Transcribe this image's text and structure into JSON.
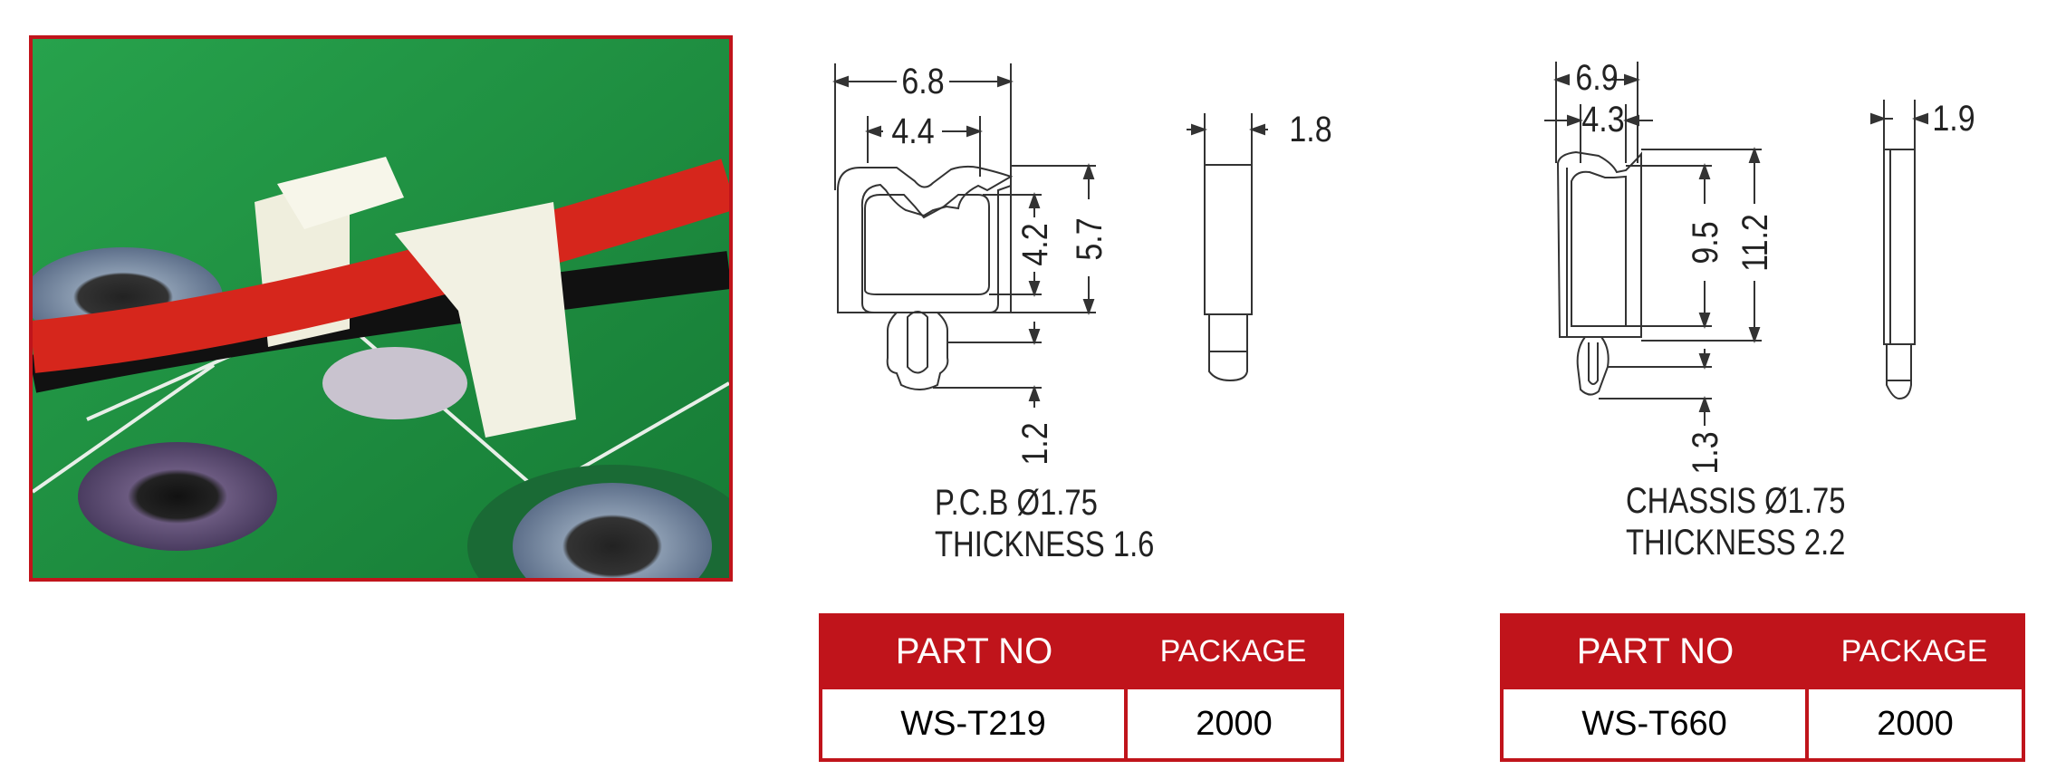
{
  "photo": {
    "alt_kind": "product-photo"
  },
  "left": {
    "dims": {
      "overall_width": "6.8",
      "inner_width": "4.4",
      "inner_height": "4.2",
      "outer_height": "5.7",
      "pin_length": "1.2",
      "thickness": "1.8"
    },
    "spec": {
      "line1": "P.C.B  Ø1.75",
      "line2": "THICKNESS  1.6"
    },
    "table": {
      "header_part": "PART NO",
      "header_package": "PACKAGE",
      "part": "WS-T219",
      "package": "2000"
    }
  },
  "right": {
    "dims": {
      "overall_width": "6.9",
      "inner_width": "4.3",
      "inner_height": "9.5",
      "outer_height": "11.2",
      "pin_length": "1.3",
      "thickness": "1.9"
    },
    "spec": {
      "line1": "CHASSIS  Ø1.75",
      "line2": "THICKNESS  2.2"
    },
    "table": {
      "header_part": "PART NO",
      "header_package": "PACKAGE",
      "part": "WS-T660",
      "package": "2000"
    }
  },
  "colors": {
    "accent": "#c0141b",
    "pcb_green": "#1f8a3e",
    "line": "#333333"
  }
}
